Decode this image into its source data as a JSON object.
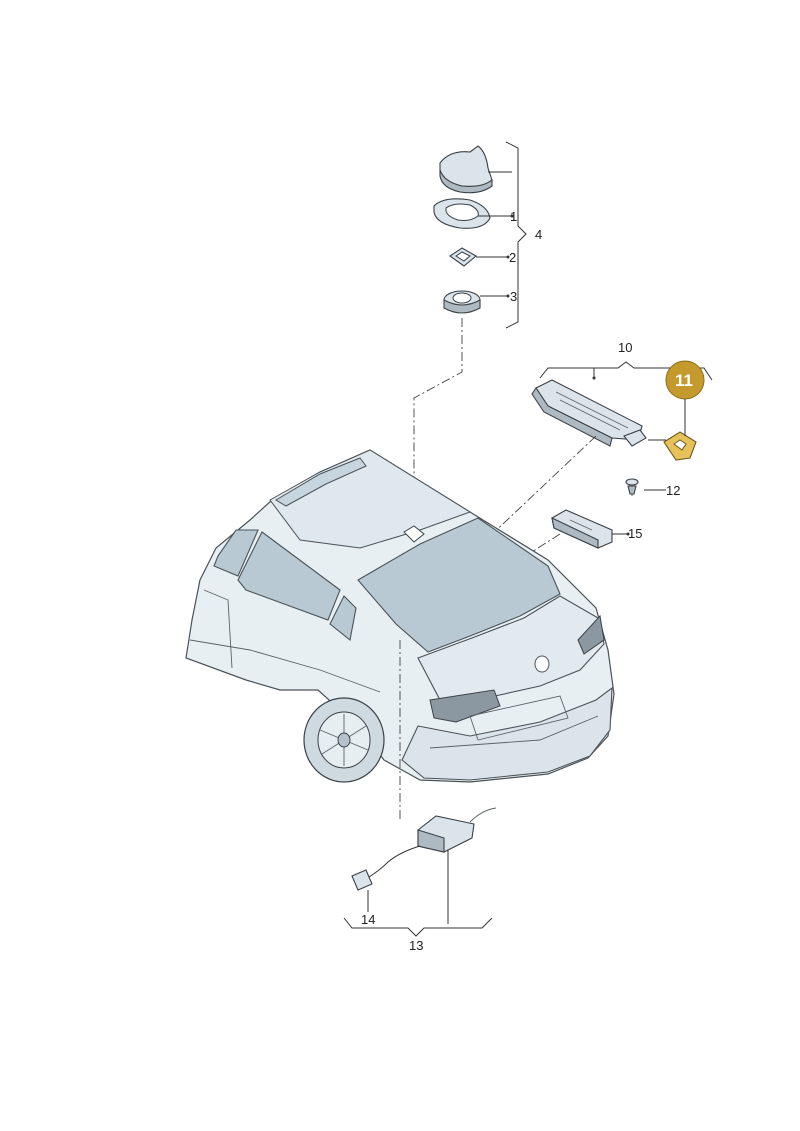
{
  "labels": {
    "p1": "1",
    "p2": "2",
    "p3": "3",
    "p4": "4",
    "p10": "10",
    "p11": "11",
    "p12": "12",
    "p13": "13",
    "p14": "14",
    "p15": "15"
  },
  "colors": {
    "callout_fill": "#c39a2b",
    "highlight_part": "#e7c25a"
  }
}
